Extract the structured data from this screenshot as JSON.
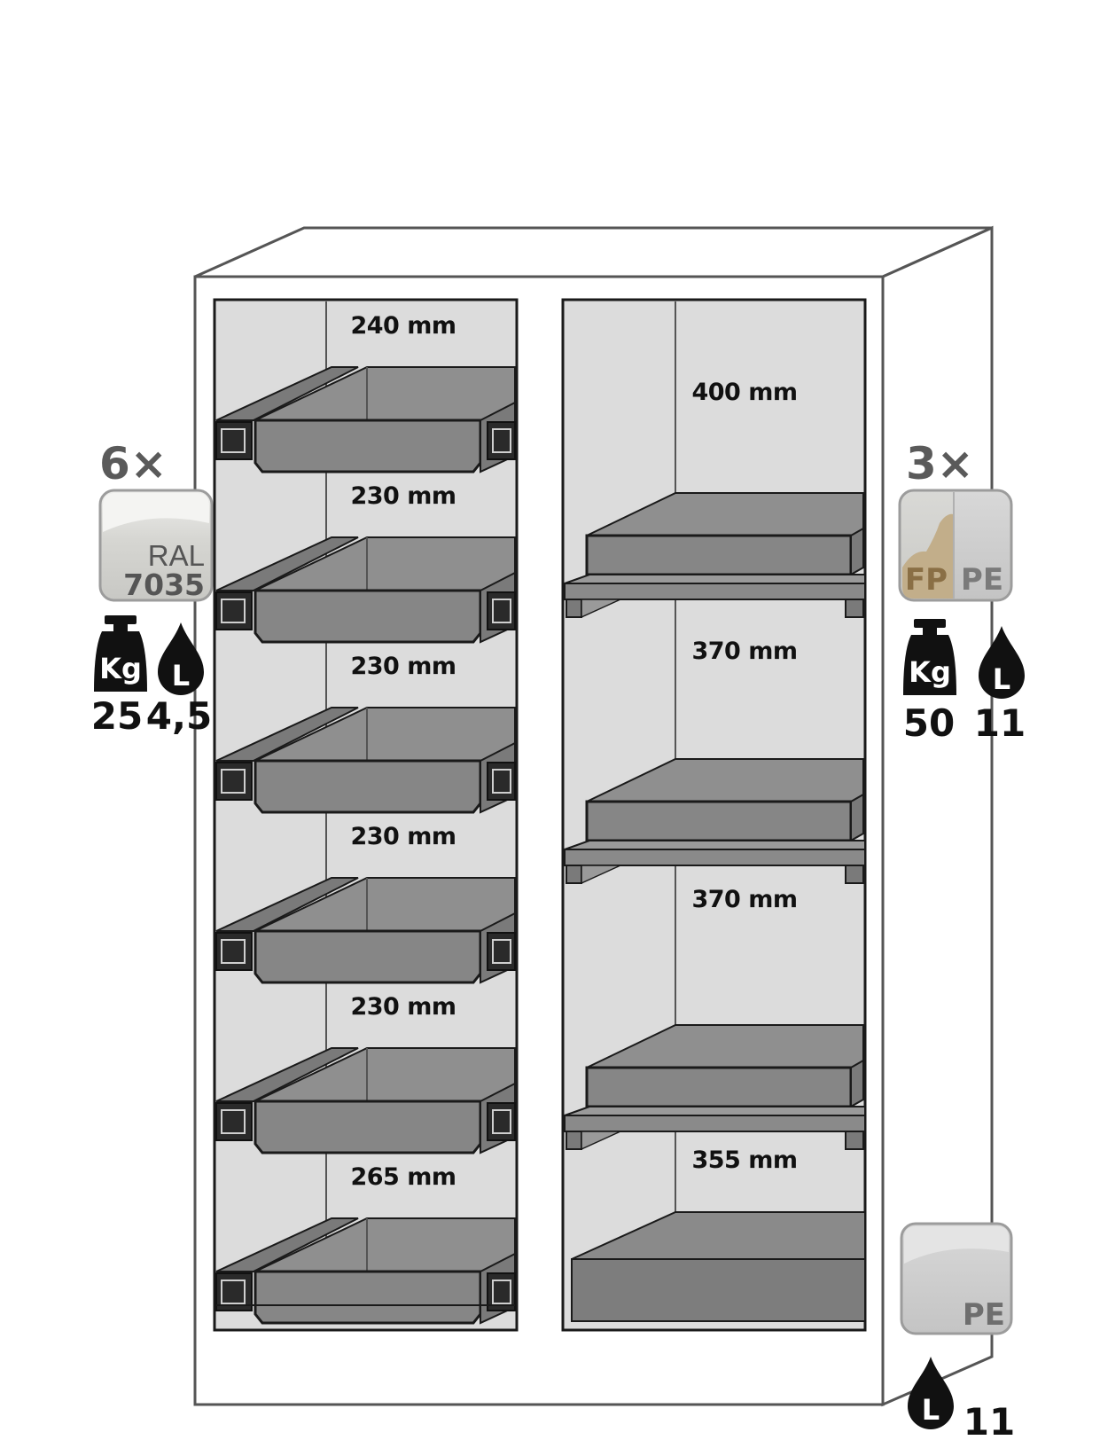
{
  "cabinet": {
    "left_compartment": {
      "heights": [
        "240 mm",
        "230 mm",
        "230 mm",
        "230 mm",
        "230 mm",
        "265 mm"
      ]
    },
    "right_compartment": {
      "heights": [
        "400 mm",
        "370 mm",
        "370 mm",
        "355 mm"
      ]
    }
  },
  "left_panel": {
    "count": "6×",
    "color_tile": {
      "line1": "RAL",
      "line2": "7035"
    },
    "weight_icon_text": "Kg",
    "weight_value": "25",
    "liquid_icon_text": "L",
    "liquid_value": "4,5"
  },
  "right_panel": {
    "count": "3×",
    "material_tile": {
      "left": "FP",
      "right": "PE"
    },
    "weight_icon_text": "Kg",
    "weight_value": "50",
    "liquid_icon_text": "L",
    "liquid_value": "11"
  },
  "bottom_panel": {
    "material_tile": {
      "label": "PE"
    },
    "liquid_icon_text": "L",
    "liquid_value": "11"
  },
  "colors": {
    "cabinet_outline": "#555555",
    "interior": "#dcdcdc",
    "tray": "#8a8a8a",
    "tray_dark": "#6e6e6e",
    "icon": "#111111"
  }
}
